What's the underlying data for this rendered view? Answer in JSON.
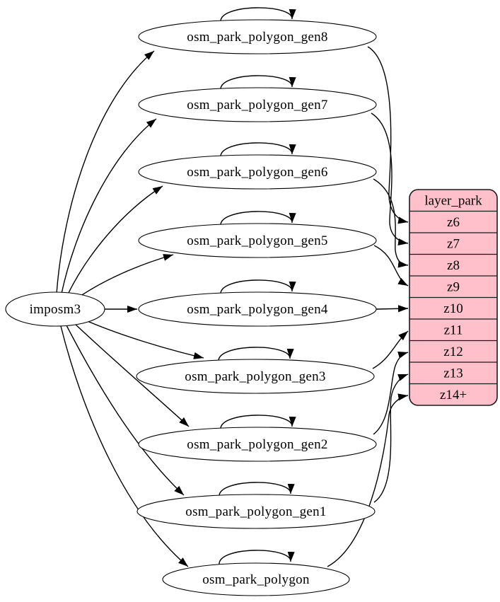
{
  "diagram": {
    "type": "dependency-graph",
    "source": {
      "label": "imposm3"
    },
    "tables": [
      {
        "label": "osm_park_polygon_gen8",
        "feeds": "z6"
      },
      {
        "label": "osm_park_polygon_gen7",
        "feeds": "z7"
      },
      {
        "label": "osm_park_polygon_gen6",
        "feeds": "z8"
      },
      {
        "label": "osm_park_polygon_gen5",
        "feeds": "z9"
      },
      {
        "label": "osm_park_polygon_gen4",
        "feeds": "z10"
      },
      {
        "label": "osm_park_polygon_gen3",
        "feeds": "z11"
      },
      {
        "label": "osm_park_polygon_gen2",
        "feeds": "z12"
      },
      {
        "label": "osm_park_polygon_gen1",
        "feeds": "z13"
      },
      {
        "label": "osm_park_polygon",
        "feeds": "z14+"
      }
    ],
    "layer": {
      "title": "layer_park",
      "rows": [
        "z6",
        "z7",
        "z8",
        "z9",
        "z10",
        "z11",
        "z12",
        "z13",
        "z14+"
      ]
    },
    "edges_note": "imposm3 feeds every table; every table has a self-loop and feeds one layer_park zoom row",
    "colors": {
      "layer_fill": "#ffc0cb",
      "node_fill": "#ffffff",
      "stroke": "#000000",
      "text": "#000000"
    }
  }
}
